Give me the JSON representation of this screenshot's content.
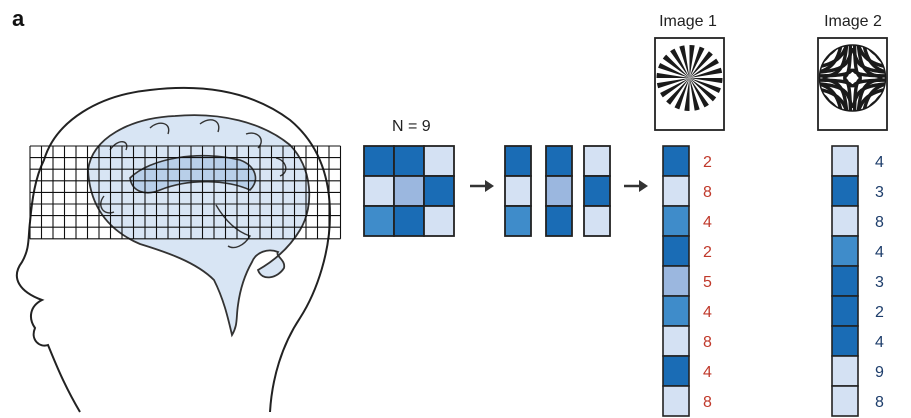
{
  "panel_label": "a",
  "voxel_count_label": "N = 9",
  "colors": {
    "dark": "#1a6cb5",
    "medium": "#3f8cca",
    "light_medium": "#9bb7df",
    "light": "#d4e1f3",
    "outline": "#222222",
    "brain_fill": "#d8e5f4",
    "number_red": "#c0392b",
    "number_blue": "#1d3d6b"
  },
  "voxel_matrix": [
    [
      "dark",
      "dark",
      "light"
    ],
    [
      "light",
      "light_medium",
      "dark"
    ],
    [
      "medium",
      "dark",
      "light"
    ]
  ],
  "images": [
    {
      "title": "Image 1",
      "stimulus_icon": "radial-grating-icon",
      "number_color": "number_red",
      "groups": [
        {
          "cells": [
            "dark",
            "light",
            "medium"
          ],
          "values": [
            "2",
            "8",
            "4"
          ]
        },
        {
          "cells": [
            "dark",
            "light_medium",
            "medium"
          ],
          "values": [
            "2",
            "5",
            "4"
          ]
        },
        {
          "cells": [
            "light",
            "dark",
            "light"
          ],
          "values": [
            "8",
            "4",
            "8"
          ]
        }
      ]
    },
    {
      "title": "Image 2",
      "stimulus_icon": "hyperbolic-grating-icon",
      "number_color": "number_blue",
      "groups": [
        {
          "cells": [
            "light",
            "dark",
            "light"
          ],
          "values": [
            "4",
            "3",
            "8"
          ]
        },
        {
          "cells": [
            "medium",
            "dark",
            "dark"
          ],
          "values": [
            "4",
            "3",
            "2"
          ]
        },
        {
          "cells": [
            "dark",
            "light",
            "light"
          ],
          "values": [
            "4",
            "9",
            "8"
          ]
        }
      ]
    }
  ]
}
